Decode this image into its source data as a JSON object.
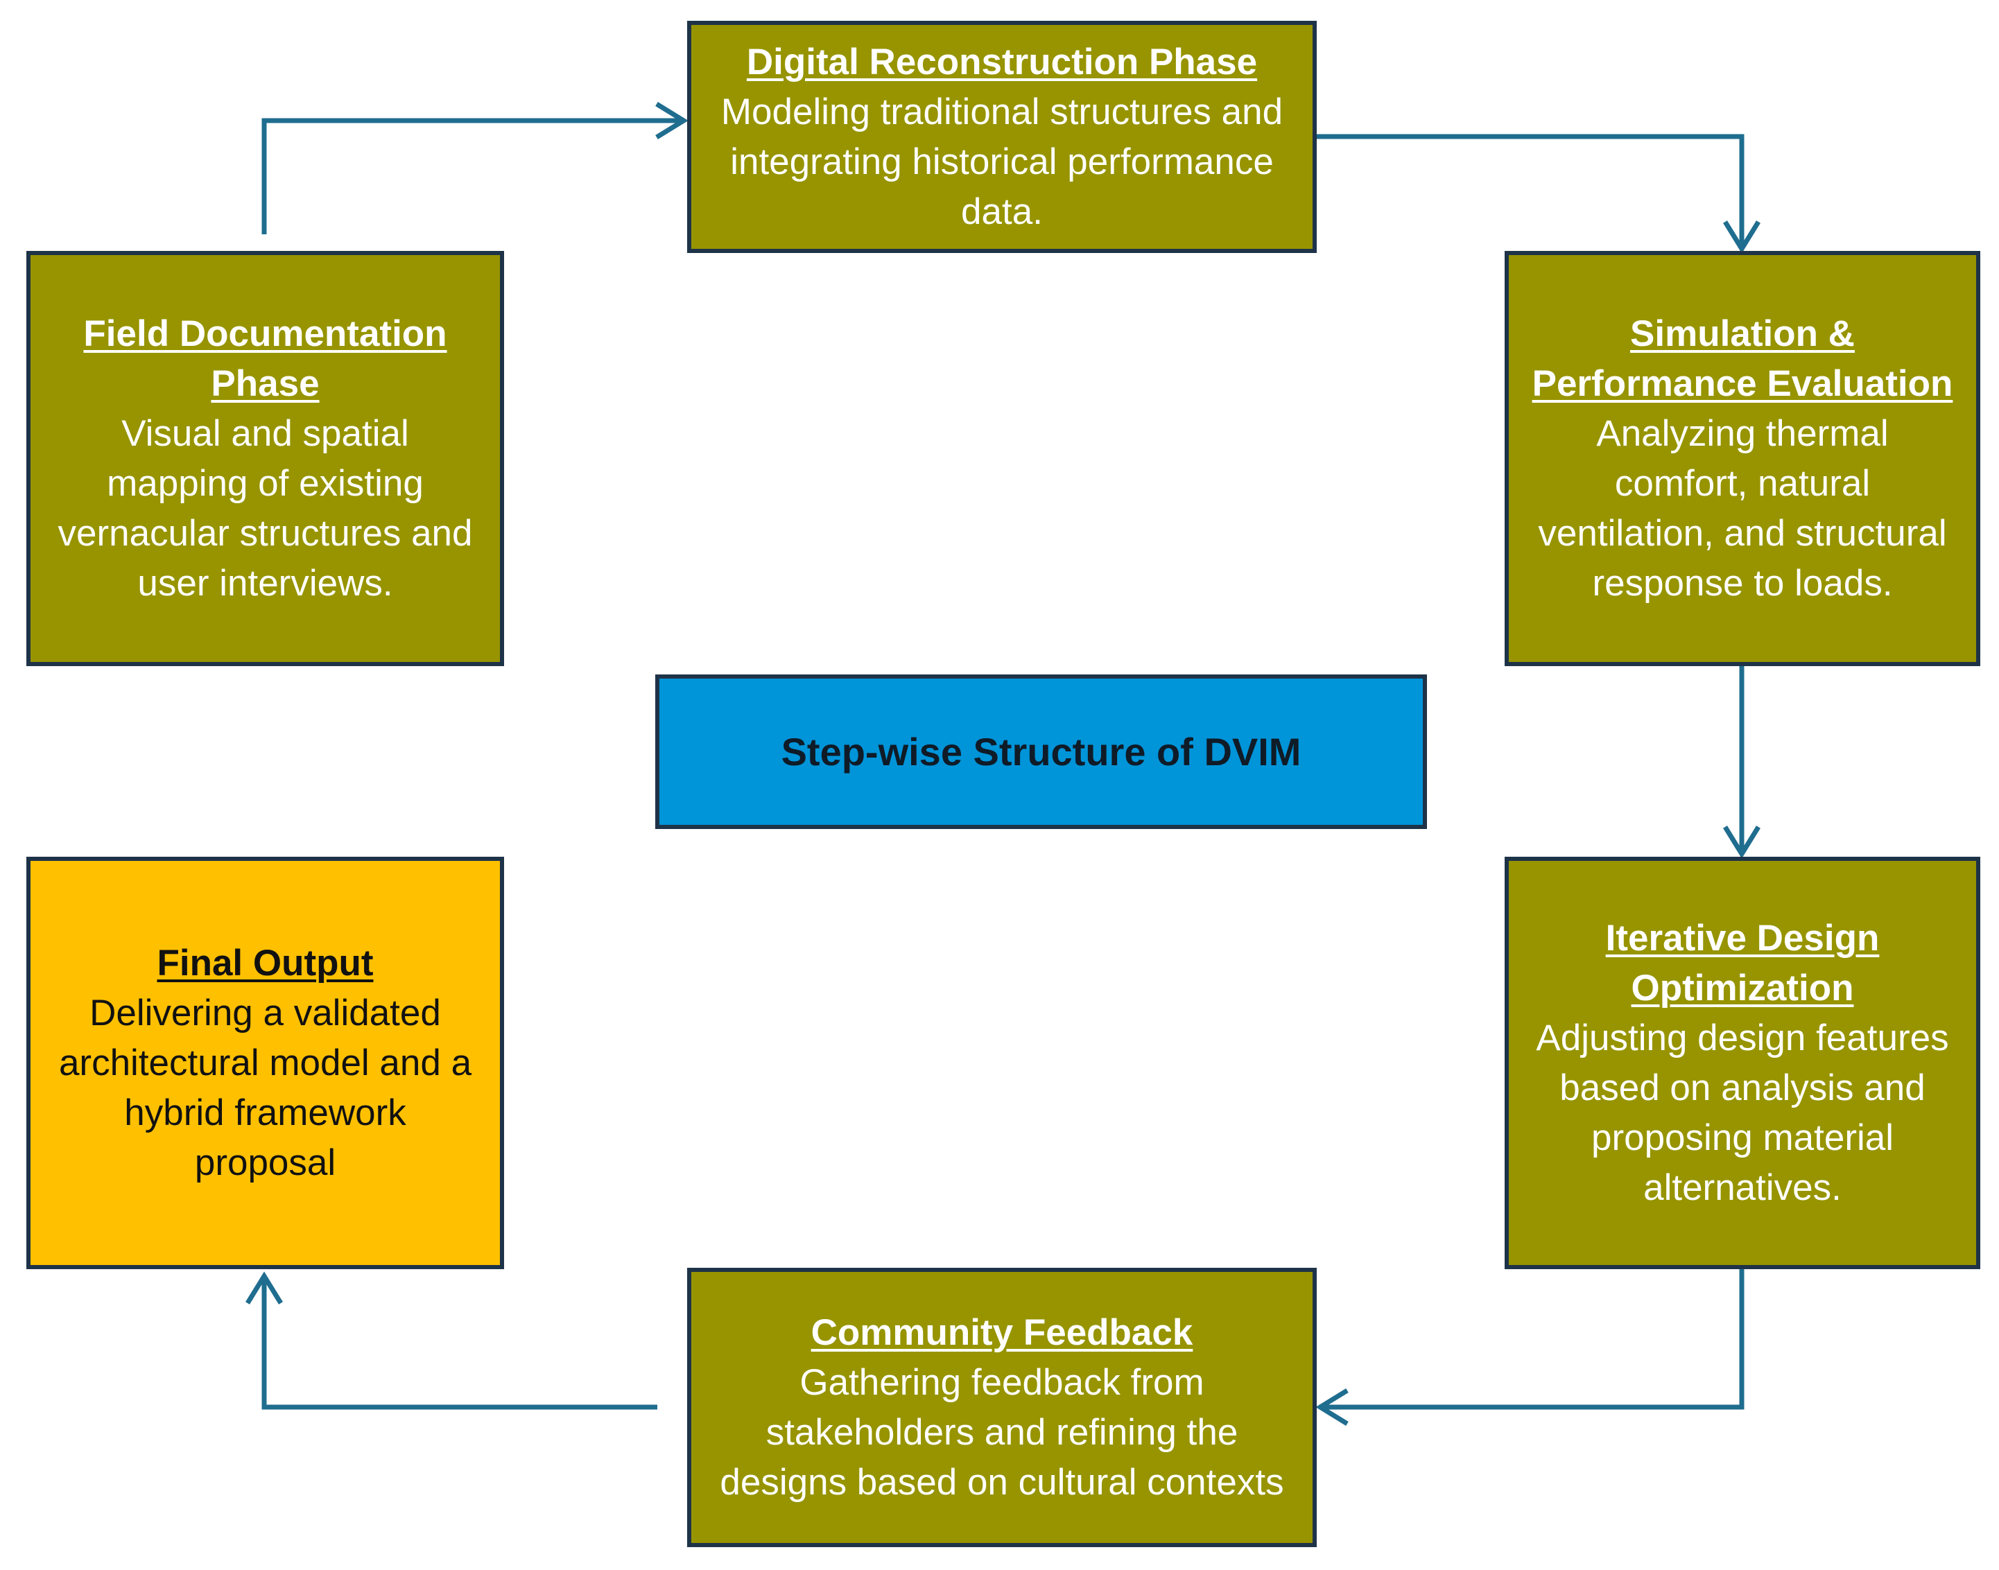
{
  "diagram": {
    "center": {
      "title": "Step-wise Structure of DVIM"
    },
    "steps": {
      "digital": {
        "title": "Digital Reconstruction Phase",
        "body": "Modeling traditional structures and integrating historical performance data."
      },
      "field": {
        "title": "Field Documentation Phase",
        "body": "Visual and spatial mapping of existing vernacular structures and user interviews."
      },
      "simulation": {
        "title": "Simulation & Performance Evaluation",
        "body": "Analyzing thermal comfort, natural ventilation, and structural response to loads."
      },
      "iterative": {
        "title": "Iterative Design Optimization",
        "body": "Adjusting design features based on analysis and proposing material alternatives."
      },
      "community": {
        "title": "Community Feedback",
        "body": "Gathering feedback from stakeholders and refining the designs based on cultural contexts"
      },
      "final": {
        "title": "Final Output",
        "body": "Delivering a validated architectural model and a hybrid framework proposal"
      }
    },
    "colors": {
      "step_fill": "#979400",
      "final_fill": "#ffc000",
      "center_fill": "#0094d9",
      "border": "#1e3348",
      "arrow": "#1f6d8f"
    }
  }
}
